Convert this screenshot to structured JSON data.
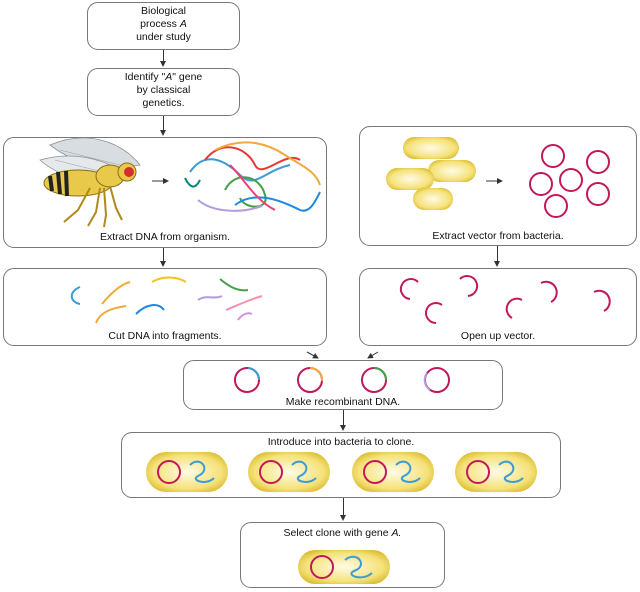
{
  "steps": {
    "process": {
      "line1": "Biological",
      "line2": "process ",
      "line2_em": "A",
      "line3": "under study"
    },
    "identify": {
      "line1_pre": "Identify \"",
      "line1_em": "A",
      "line1_post": "\" gene",
      "line2": "by classical",
      "line3": "genetics."
    },
    "extract_dna": "Extract DNA from organism.",
    "extract_vector": "Extract vector from bacteria.",
    "cut_dna": "Cut DNA into fragments.",
    "open_vector": "Open up vector.",
    "recombinant": "Make recombinant DNA.",
    "introduce": "Introduce into bacteria to clone.",
    "select_pre": "Select clone with gene ",
    "select_em": "A."
  },
  "colors": {
    "vector": "#c2185b",
    "bacterium_fill": "#f2dc64",
    "bacterium_core": "#fdf7d2",
    "dna_blue": "#3a9bd5",
    "fly_body": "#e8c94a"
  },
  "icons": [
    "fruit-fly-icon",
    "dna-strands-icon",
    "bacterium-icon",
    "plasmid-icon"
  ]
}
